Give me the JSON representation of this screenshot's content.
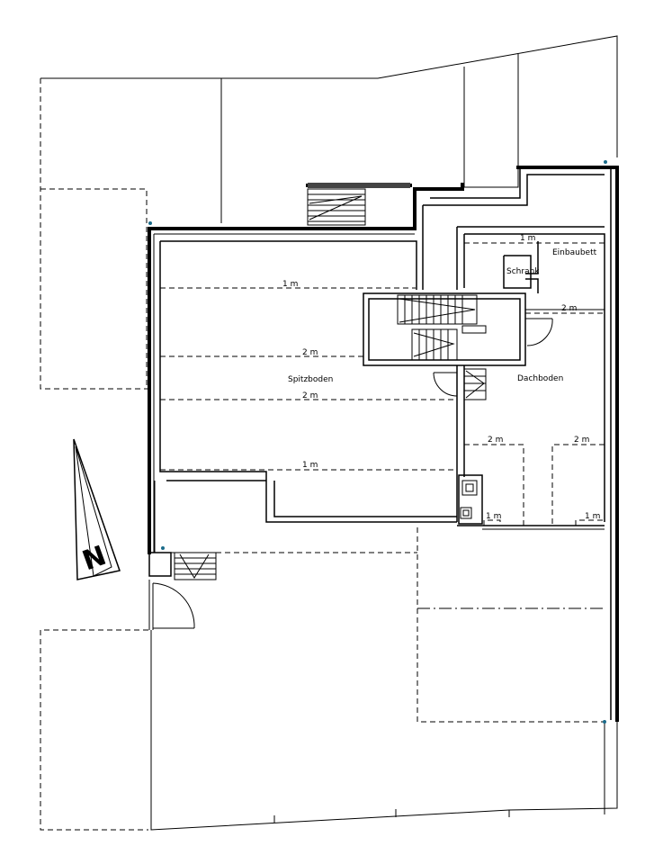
{
  "plan": {
    "rooms": {
      "spitzboden": "Spitzboden",
      "dachboden": "Dachboden",
      "schrank": "Schrank",
      "einbaubett": "Einbaubett"
    },
    "height_markers": [
      "1 m",
      "2 m",
      "2 m",
      "1 m",
      "1 m",
      "2 m",
      "2 m",
      "2 m",
      "1 m",
      "1 m"
    ],
    "north_label": "N"
  }
}
